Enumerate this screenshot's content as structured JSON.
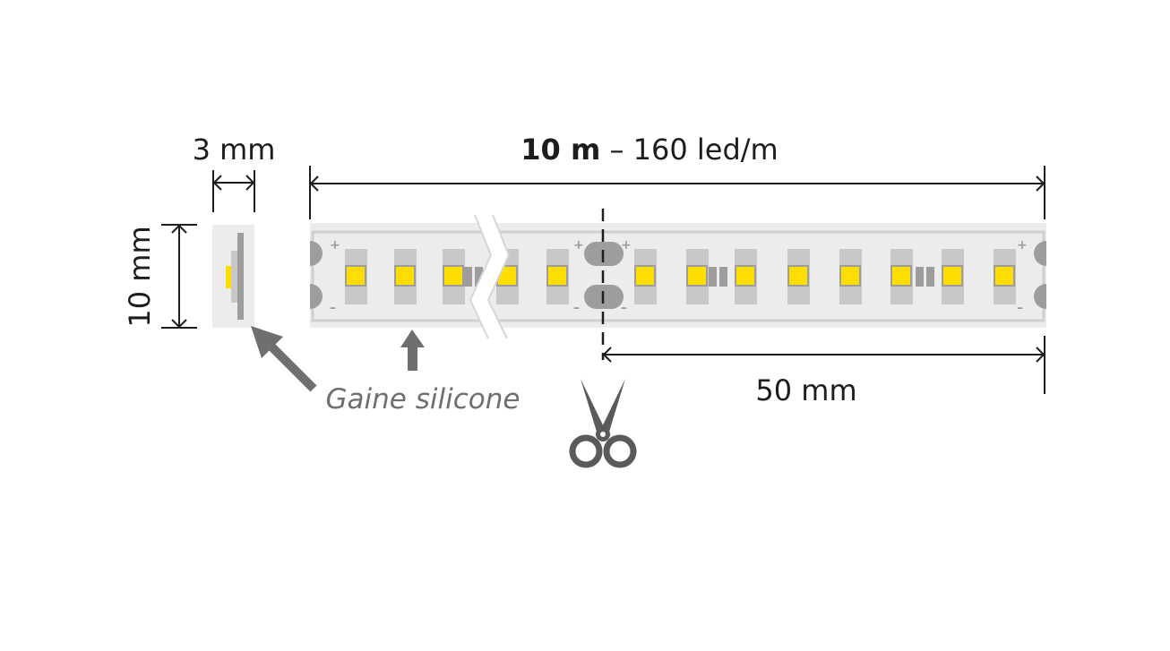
{
  "labels": {
    "length_bold": "10 m",
    "length_rest": " – 160 led/m",
    "thickness": "3 mm",
    "width": "10 mm",
    "segment": "50 mm",
    "sheath": "Gaine silicone",
    "plus": "+",
    "minus": "–"
  },
  "colors": {
    "led": "#ffdd00",
    "sheath": "#ececec",
    "pad": "#c8c8c8",
    "solder": "#9d9d9c",
    "arrow": "#6f6f6e",
    "line": "#1d1d1b"
  },
  "icons": {
    "cut": "scissors-icon"
  }
}
